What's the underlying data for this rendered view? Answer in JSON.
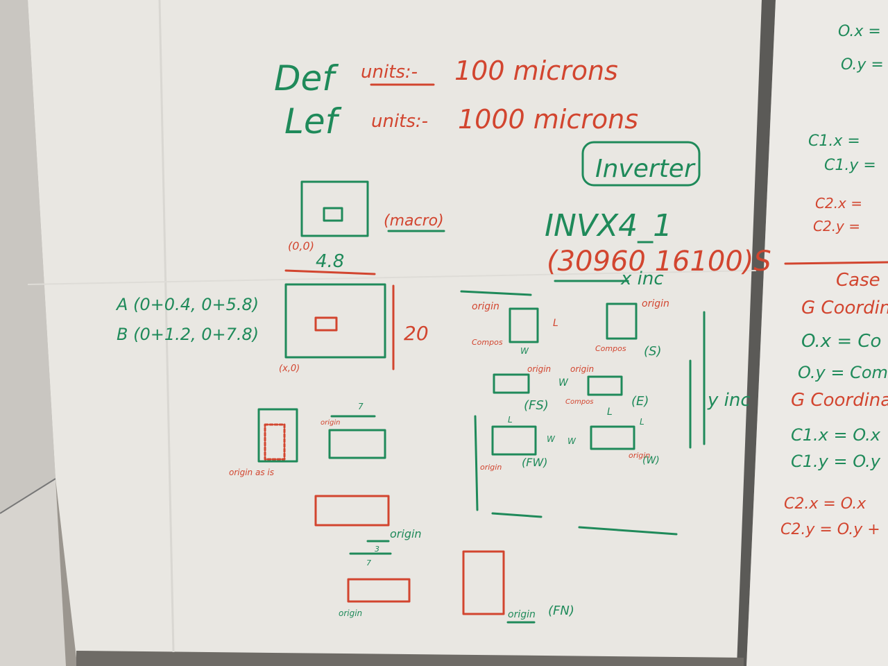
{
  "board": {
    "line1": {
      "prefix": "Def",
      "label": "units:-",
      "value": "100 microns"
    },
    "line2": {
      "prefix": "Lef",
      "label": "units:-",
      "value": "1000 microns"
    },
    "inverter": "Inverter",
    "cell_name": "INVX4_1",
    "cell_coords": "(30960 16100)S",
    "x_inc": "x inc",
    "y_inc": "y inc",
    "macro": "(macro)",
    "origin_00": "(0,0)",
    "width_label": "4.8",
    "height_label": "20",
    "macro_origin": "(x,0)",
    "pin_a": "A (0+0.4, 0+5.8)",
    "pin_b": "B (0+1.2, 0+7.8)",
    "origin": "origin",
    "compos": "Compos",
    "orient": {
      "s": "(S)",
      "fs": "(FS)",
      "e": "(E)",
      "fw": "(FW)",
      "w": "(W)",
      "fn": "(FN)"
    },
    "dims": {
      "l": "L",
      "w": "W",
      "seven": "7",
      "three": "3"
    },
    "origin_as_is": "origin as is"
  },
  "side": {
    "ox": "O.x =",
    "oy": "O.y =",
    "c1x": "C1.x =",
    "c1y": "C1.y =",
    "c2x": "C2.x =",
    "c2y": "C2.y =",
    "case": "Case",
    "gcoord1": "G Coordin",
    "ox2": "O.x = Co",
    "oy2": "O.y = Com",
    "gcoord2": "G Coordinat",
    "c1x2": "C1.x = O.x",
    "c1y2": "C1.y = O.y",
    "c2x2": "C2.x = O.x",
    "c2y2": "C2.y = O.y +"
  }
}
